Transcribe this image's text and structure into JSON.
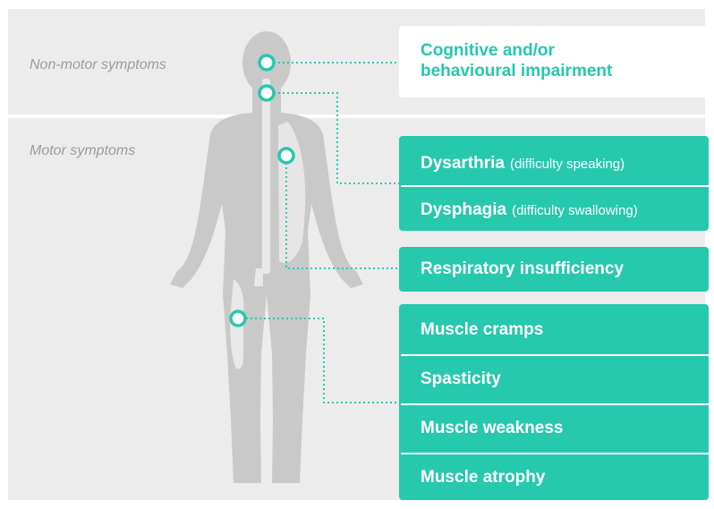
{
  "sections": {
    "non_motor": "Non-motor symptoms",
    "motor": "Motor symptoms"
  },
  "boxes": {
    "cognitive_line1": "Cognitive and/or",
    "cognitive_line2": "behavioural impairment",
    "dysarthria": "Dysarthria",
    "dysarthria_note": "(difficulty speaking)",
    "dysphagia": "Dysphagia",
    "dysphagia_note": "(difficulty swallowing)",
    "respiratory": "Respiratory insufficiency",
    "cramps": "Muscle cramps",
    "spasticity": "Spasticity",
    "weakness": "Muscle weakness",
    "atrophy": "Muscle atrophy"
  },
  "colors": {
    "teal": "#26c8ae",
    "panel_gray": "#ececec",
    "silhouette": "#c9c9c9",
    "label_gray": "#9b9b9b"
  }
}
